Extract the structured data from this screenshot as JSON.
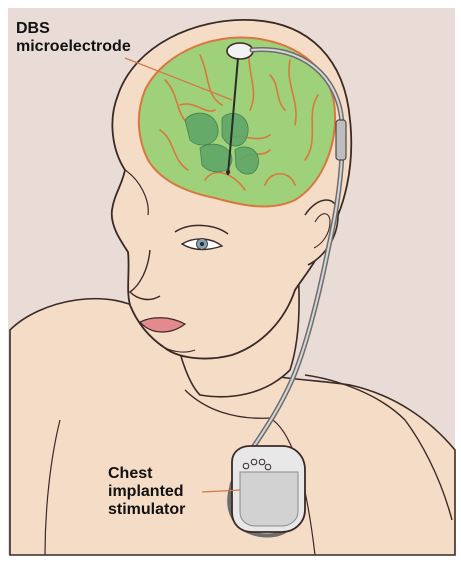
{
  "labels": {
    "electrode": {
      "line1": "DBS",
      "line2": "microelectrode"
    },
    "stimulator": {
      "line1": "Chest",
      "line2": "implanted",
      "line3": "stimulator"
    }
  },
  "colors": {
    "background": "#e9dcd7",
    "skin": "#f5dcc6",
    "outline": "#3a2a26",
    "brain": "#9fd17a",
    "brain_deep": "#5fa667",
    "brain_vessels": "#d9773f",
    "lead_wire": "#6d6d6d",
    "device": "#e8e8e8",
    "pointer": "#d07a4a",
    "lips": "#e28a8d",
    "iris": "#7fa3b3"
  },
  "icons": {
    "head": "human-head-illustration",
    "brain": "brain-icon",
    "electrode": "electrode-icon",
    "device": "stimulator-device-icon"
  }
}
